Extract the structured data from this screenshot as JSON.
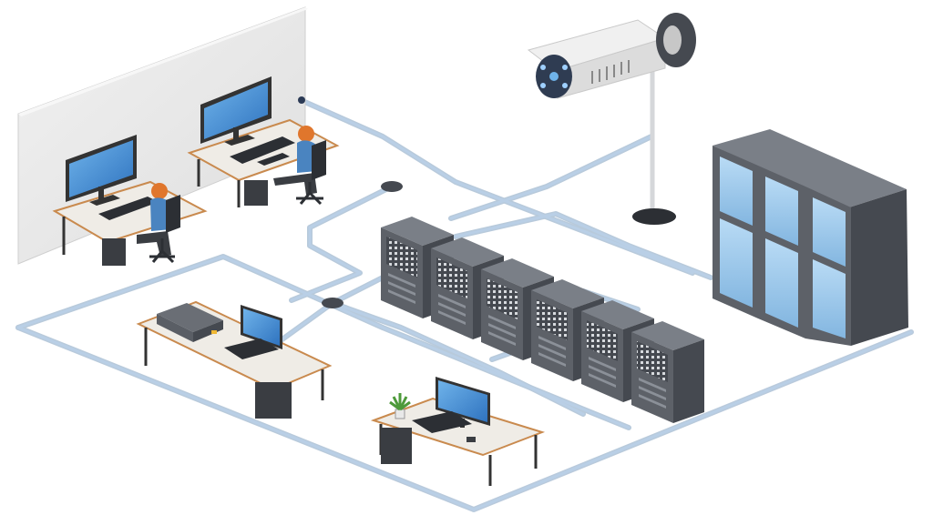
{
  "diagram": {
    "kind": "isometric network infrastructure illustration",
    "text_labels": [],
    "components": {
      "workstations_with_users": 2,
      "desks_without_users": 2,
      "tower_servers": 6,
      "server_racks": 3,
      "security_cameras": 1,
      "network_hubs": 2
    },
    "colors": {
      "cable": "#a9c3df",
      "cable_outline": "#7f9fbf",
      "server_body": "#5d6168",
      "server_top": "#7a7f87",
      "server_dark": "#454950",
      "rack_glass": "#9cc7ea",
      "desk_top": "#efece6",
      "desk_edge": "#c98a4e",
      "monitor_screen": "#3f89d4",
      "person_shirt": "#4a84c0",
      "person_hair": "#e0762c",
      "wall": "#e8e8e8",
      "camera_body": "#e6e6e6"
    }
  }
}
